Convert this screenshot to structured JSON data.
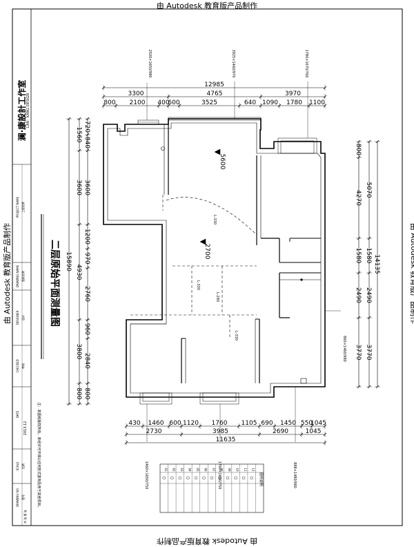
{
  "watermark": "由 Autodesk 教育版产品制作",
  "title_block": {
    "studio_name": "澜·康設計工作室",
    "studio_name_en": "LAN · KANG DESIGN",
    "drawing_title": "二层原始平面测量图",
    "notes": "注：本图纸版权所有，未经许可不得以任何形式复制及用于其他项目。",
    "small_labels": [
      "PROJECT NAME",
      "工程名称",
      "DRAWING NAME",
      "图纸名称",
      "DESIGNER",
      "设计",
      "CHECKED",
      "审核",
      "DATE",
      "2013.12",
      "SCALE",
      "比例",
      "DRAWING NO.",
      "图号",
      "共 张 第 张"
    ]
  },
  "legend": {
    "title": "图例说明",
    "rows": [
      "01",
      "02",
      "03",
      "04",
      "05",
      "06",
      "07",
      "08",
      "09",
      "10",
      "11",
      "12"
    ]
  },
  "dimensions": {
    "top": {
      "overall": "12985",
      "level2": [
        "3300",
        "4765",
        "3970"
      ],
      "level3": [
        "800",
        "2100",
        "400",
        "600",
        "3525",
        "640",
        "1090",
        "1780",
        "1100"
      ]
    },
    "bottom": {
      "level1": [
        "430",
        "1460",
        "600",
        "1120",
        "1760",
        "1105",
        "690",
        "1450",
        "550",
        "1045"
      ],
      "level2": [
        "2730",
        "3985",
        "2690",
        "1045"
      ],
      "overall": "11635"
    },
    "left": {
      "overall": "15890",
      "level2": [
        "1560",
        "3600",
        "4930",
        "3800",
        "800"
      ],
      "level3": [
        "720",
        "840",
        "3600",
        "1200",
        "970",
        "2760",
        "960",
        "2840",
        "800"
      ]
    },
    "right": {
      "overall": "14135",
      "level2": [
        "5070",
        "1580",
        "2490",
        "3770"
      ],
      "level3": [
        "800",
        "4270",
        "1580",
        "2490",
        "3770"
      ]
    },
    "window_notes": {
      "top_left": "2500×1650/980",
      "top_mid": "3925×1460/970",
      "top_right": "1780×1670/760",
      "right": "860×1460/980",
      "bottom_left": "1460×1650/750",
      "bottom_mid": "1760×1660/750",
      "bottom_right": "888×1480/980"
    }
  },
  "plan": {
    "elevations": [
      "5600",
      "2700"
    ],
    "beam_labels": [
      "L-330",
      "L-330",
      "L-290",
      "L-330"
    ]
  },
  "colors": {
    "line": "#000000",
    "background": "#ffffff"
  }
}
